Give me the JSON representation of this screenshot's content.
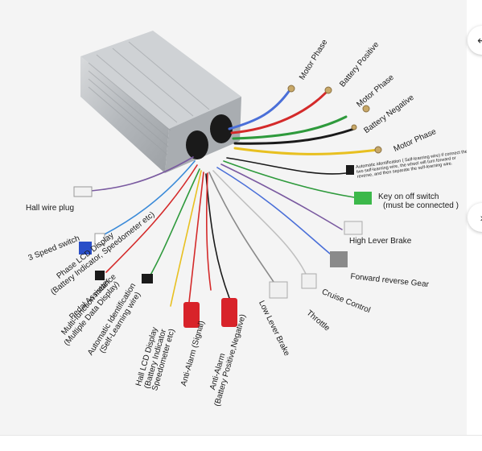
{
  "labels": {
    "motor_phase_1": "Motor Phase",
    "battery_positive": "Battery Positive",
    "motor_phase_2": "Motor Phase",
    "battery_negative": "Battery Negative",
    "motor_phase_3": "Motor Phase",
    "self_learning_note": "Automatic identification ( Self-learning wire) if connect the two self-learning wire, the wheel will turn forward or reverse, and then separate the self-learning wire.",
    "key_switch_line1": "Key on off switch",
    "key_switch_line2": "(must be connected )",
    "hall_wire_plug": "Hall wire plug",
    "speed_switch": "3 Speed switch",
    "high_lever_brake": "High Lever Brake",
    "phase_lcd_line1": "Phase LCD Display",
    "phase_lcd_line2": "(Battery Indicator, Speedometer etc)",
    "pedal_assistance": "Pedal Assistance",
    "forward_reverse": "Forward reverse Gear",
    "multi_meter_line1": "Multi-function meter",
    "multi_meter_line2": "(Multiple Data Display)",
    "auto_ident_line1": "Automatic Identification",
    "auto_ident_line2": "(Self-Learning wire)",
    "cruise_control": "Cruise Control",
    "throttle": "Throttle",
    "low_lever_brake": "Low Lever Brake",
    "hall_lcd_line1": "Hall LCD Display",
    "hall_lcd_line2": "(Battery Indicator",
    "hall_lcd_line3": "Speedometer etc)",
    "anti_alarm_signal": "Anti-Alarm (Signal)",
    "anti_alarm_bat_line1": "Anti-Alarm",
    "anti_alarm_bat_line2": "(Battery Positive,Negative)"
  },
  "nav": {
    "prev_icon": "arrow-left-icon",
    "next_icon": "arrow-right-icon",
    "prev_glyph": "↵",
    "next_glyph": "›"
  },
  "colors": {
    "wire_blue": "#4a6fd8",
    "wire_red": "#d42a2a",
    "wire_green": "#2e9a3c",
    "wire_black": "#1a1a1a",
    "wire_yellow": "#e8c020",
    "connector_red": "#d8232a",
    "connector_green": "#3cb84a",
    "connector_blue": "#2a4fc8",
    "housing": "#b8bcc0"
  }
}
